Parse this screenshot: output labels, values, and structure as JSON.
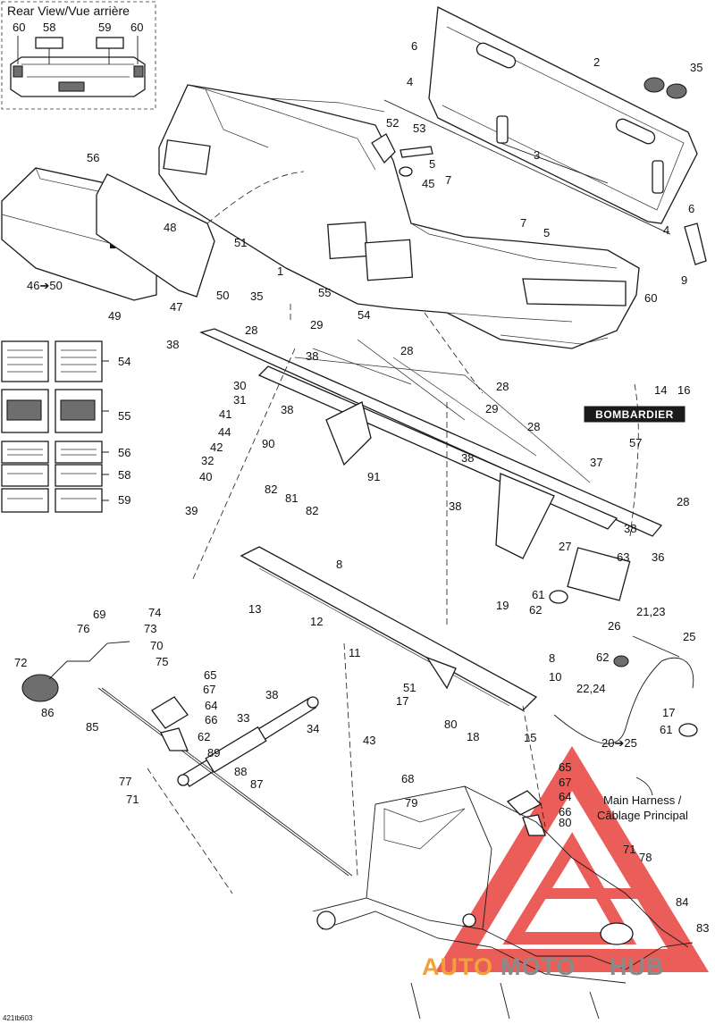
{
  "diagram": {
    "rear_view_label": "Rear View/Vue arrière",
    "rear_view_callouts": [
      "60",
      "58",
      "59",
      "60"
    ],
    "drawing_number": "421tb603",
    "brand_plate": "BOMBARDIER",
    "harness_label_line1": "Main Harness /",
    "harness_label_line2": "Câblage Principal",
    "watermark_part1": "AUTO",
    "watermark_part2": "MOTO",
    "watermark_part3": "HUB",
    "colors": {
      "ink": "#1a1a1a",
      "watermark_red": "#e8413b",
      "watermark_orange": "#f2a13a",
      "watermark_gray": "#8a8a8a"
    },
    "callouts": [
      {
        "label": "2"
      },
      {
        "label": "35"
      },
      {
        "label": "6"
      },
      {
        "label": "4"
      },
      {
        "label": "52"
      },
      {
        "label": "53"
      },
      {
        "label": "5"
      },
      {
        "label": "3"
      },
      {
        "label": "7"
      },
      {
        "label": "45"
      },
      {
        "label": "56"
      },
      {
        "label": "48"
      },
      {
        "label": "51"
      },
      {
        "label": "1"
      },
      {
        "label": "7"
      },
      {
        "label": "5"
      },
      {
        "label": "4"
      },
      {
        "label": "6"
      },
      {
        "label": "9"
      },
      {
        "label": "46➔50"
      },
      {
        "label": "50"
      },
      {
        "label": "35"
      },
      {
        "label": "55"
      },
      {
        "label": "54"
      },
      {
        "label": "49"
      },
      {
        "label": "47"
      },
      {
        "label": "60"
      },
      {
        "label": "28"
      },
      {
        "label": "29"
      },
      {
        "label": "38"
      },
      {
        "label": "28"
      },
      {
        "label": "38"
      },
      {
        "label": "54"
      },
      {
        "label": "28"
      },
      {
        "label": "14"
      },
      {
        "label": "16"
      },
      {
        "label": "30"
      },
      {
        "label": "31"
      },
      {
        "label": "38"
      },
      {
        "label": "29"
      },
      {
        "label": "55"
      },
      {
        "label": "41"
      },
      {
        "label": "28"
      },
      {
        "label": "57"
      },
      {
        "label": "44"
      },
      {
        "label": "90"
      },
      {
        "label": "42"
      },
      {
        "label": "56"
      },
      {
        "label": "32"
      },
      {
        "label": "38"
      },
      {
        "label": "91"
      },
      {
        "label": "37"
      },
      {
        "label": "58"
      },
      {
        "label": "40"
      },
      {
        "label": "82"
      },
      {
        "label": "81"
      },
      {
        "label": "59"
      },
      {
        "label": "28"
      },
      {
        "label": "39"
      },
      {
        "label": "82"
      },
      {
        "label": "38"
      },
      {
        "label": "38"
      },
      {
        "label": "27"
      },
      {
        "label": "63"
      },
      {
        "label": "36"
      },
      {
        "label": "8"
      },
      {
        "label": "19"
      },
      {
        "label": "61"
      },
      {
        "label": "62"
      },
      {
        "label": "69"
      },
      {
        "label": "74"
      },
      {
        "label": "13"
      },
      {
        "label": "12"
      },
      {
        "label": "26"
      },
      {
        "label": "21,23"
      },
      {
        "label": "76"
      },
      {
        "label": "73"
      },
      {
        "label": "70"
      },
      {
        "label": "11"
      },
      {
        "label": "25"
      },
      {
        "label": "72"
      },
      {
        "label": "75"
      },
      {
        "label": "62"
      },
      {
        "label": "8"
      },
      {
        "label": "65"
      },
      {
        "label": "10"
      },
      {
        "label": "67"
      },
      {
        "label": "51"
      },
      {
        "label": "22,24"
      },
      {
        "label": "38"
      },
      {
        "label": "17"
      },
      {
        "label": "64"
      },
      {
        "label": "86"
      },
      {
        "label": "85"
      },
      {
        "label": "66"
      },
      {
        "label": "33"
      },
      {
        "label": "34"
      },
      {
        "label": "43"
      },
      {
        "label": "17"
      },
      {
        "label": "61"
      },
      {
        "label": "62"
      },
      {
        "label": "80"
      },
      {
        "label": "18"
      },
      {
        "label": "15"
      },
      {
        "label": "20➔25"
      },
      {
        "label": "89"
      },
      {
        "label": "65"
      },
      {
        "label": "88"
      },
      {
        "label": "68"
      },
      {
        "label": "67"
      },
      {
        "label": "77"
      },
      {
        "label": "87"
      },
      {
        "label": "64"
      },
      {
        "label": "71"
      },
      {
        "label": "79"
      },
      {
        "label": "66"
      },
      {
        "label": "80"
      },
      {
        "label": "71"
      },
      {
        "label": "78"
      },
      {
        "label": "84"
      },
      {
        "label": "83"
      }
    ],
    "decals": [
      {
        "id": "54"
      },
      {
        "id": "55"
      },
      {
        "id": "56"
      },
      {
        "id": "58"
      },
      {
        "id": "59"
      }
    ]
  }
}
